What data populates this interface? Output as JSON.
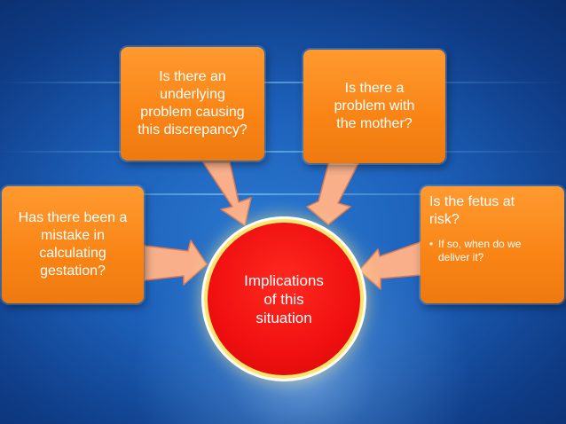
{
  "diagram": {
    "center": {
      "lines": [
        "Implications",
        "of this",
        "situation"
      ]
    },
    "boxes": {
      "top_left": {
        "lines": [
          "Is there an",
          "underlying",
          "problem causing",
          "this discrepancy?"
        ]
      },
      "top_right": {
        "lines": [
          "Is there a",
          "problem with",
          "the mother?"
        ]
      },
      "left": {
        "lines": [
          "Has there been a",
          "mistake in",
          "calculating",
          "gestation?"
        ]
      },
      "right": {
        "lines": [
          "Is the fetus at",
          "risk?"
        ],
        "bullet": {
          "lines": [
            "If so, when do we",
            "deliver it?"
          ]
        }
      }
    }
  },
  "colors": {
    "box_orange": "#f98415",
    "arrow_fill": "#f9b08a",
    "circle_red": "#f01010",
    "background_blue": "#1c5fb8"
  }
}
